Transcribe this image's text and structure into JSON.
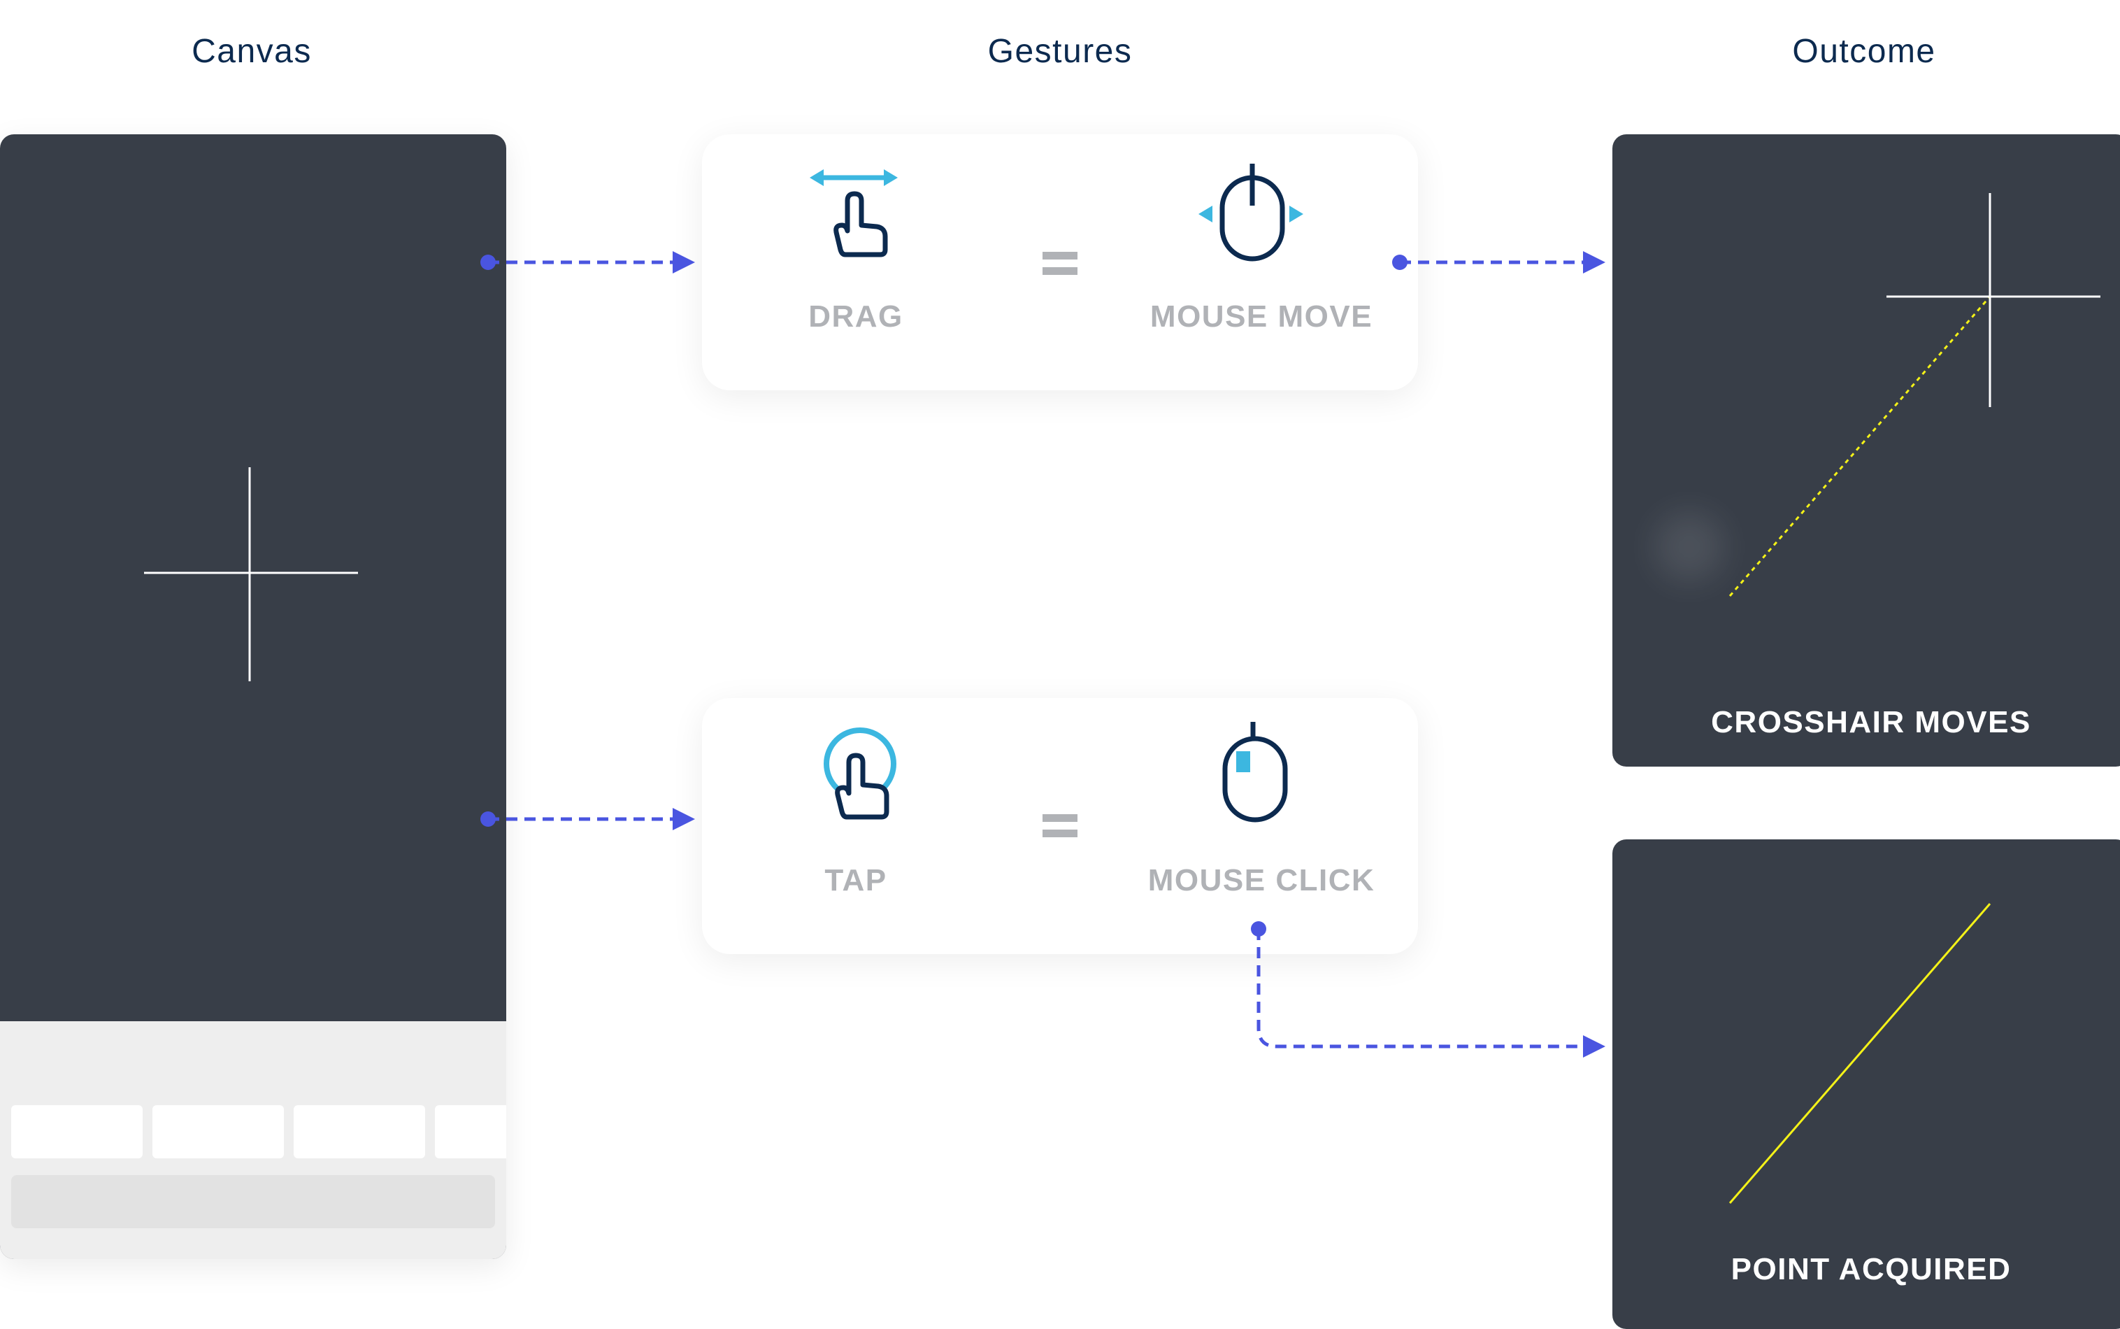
{
  "columns": {
    "canvas": "Canvas",
    "gestures": "Gestures",
    "outcome": "Outcome"
  },
  "gestures": [
    {
      "touch_label": "DRAG",
      "touch_icon": "drag-hand-icon",
      "mouse_label": "MOUSE MOVE",
      "mouse_icon": "mouse-move-icon"
    },
    {
      "touch_label": "TAP",
      "touch_icon": "tap-hand-icon",
      "mouse_label": "MOUSE CLICK",
      "mouse_icon": "mouse-click-icon"
    }
  ],
  "outcomes": [
    {
      "label": "CROSSHAIR MOVES"
    },
    {
      "label": "POINT ACQUIRED"
    }
  ],
  "colors": {
    "title": "#0c2a4f",
    "panel": "#383e48",
    "accent": "#3cb7e0",
    "connector": "#4a55e0",
    "trace": "#f4f218",
    "muted_label": "#b0b2b6"
  }
}
